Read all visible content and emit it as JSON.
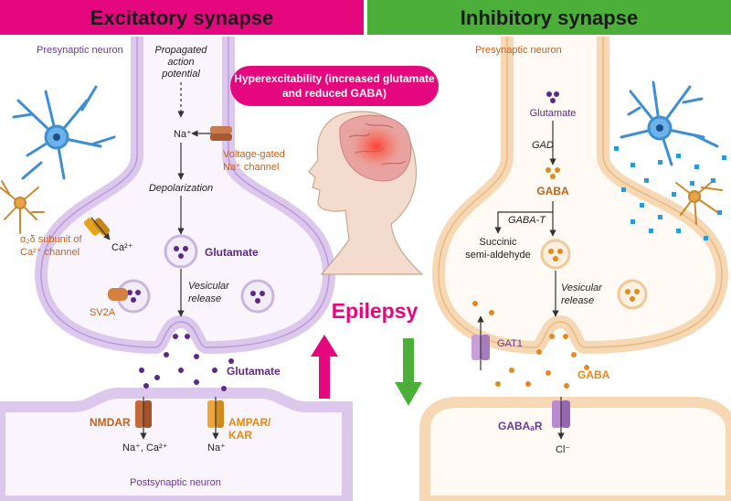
{
  "headers": {
    "excitatory": "Excitatory synapse",
    "inhibitory": "Inhibitory synapse"
  },
  "center": {
    "banner_line1": "Hyperexcitability (increased glutamate",
    "banner_line2": "and reduced GABA)",
    "epilepsy": "Epilepsy"
  },
  "excitatory": {
    "presynaptic": "Presynaptic neuron",
    "propagated_line1": "Propagated",
    "propagated_line2": "action",
    "propagated_line3": "potential",
    "na_plus": "Na⁺",
    "vg_line1": "Voltage-gated",
    "vg_line2": "Na⁺ channel",
    "depolarization": "Depolarization",
    "ca2": "Ca²⁺",
    "a2d_line1": "α₂δ subunit of",
    "a2d_line2": "Ca²⁺ channel",
    "glutamate_vesicle": "Glutamate",
    "vesicular_line1": "Vesicular",
    "vesicular_line2": "release",
    "sv2a": "SV2A",
    "glutamate_cleft": "Glutamate",
    "nmdar": "NMDAR",
    "nmdar_ions": "Na⁺, Ca²⁺",
    "ampar_line1": "AMPAR/",
    "ampar_line2": "KAR",
    "ampar_ion": "Na⁺",
    "postsynaptic": "Postsynaptic neuron"
  },
  "inhibitory": {
    "presynaptic": "Presynaptic neuron",
    "glutamate": "Glutamate",
    "gad": "GAD",
    "gaba_top": "GABA",
    "gabat": "GABA-T",
    "succinic_line1": "Succinic",
    "succinic_line2": "semi-aldehyde",
    "vesicular_line1": "Vesicular",
    "vesicular_line2": "release",
    "gat1": "GAT1",
    "gaba_cleft": "GABA",
    "gabaar": "GABAₐR",
    "cl": "Cl⁻"
  },
  "colors": {
    "magenta": "#e5077e",
    "green": "#4caf3a",
    "purple_text": "#5b2a86",
    "orange_text": "#c0621c",
    "exc_membrane": "#dcc8ec",
    "exc_fill": "#faf5fd",
    "inh_membrane": "#f6d9b4",
    "inh_fill": "#fffaf3"
  }
}
